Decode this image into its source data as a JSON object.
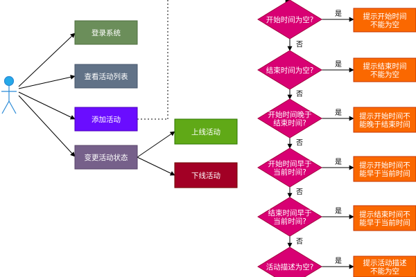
{
  "actor": {
    "name": "user-actor",
    "stroke": "#2b8ad6",
    "fill": "#26a9e8"
  },
  "use_cases": [
    {
      "name": "login",
      "label": "登录系统",
      "fill": "#6b8e5a",
      "stroke": "#4d6e3f",
      "text": "#ffffff"
    },
    {
      "name": "view-list",
      "label": "查看活动列表",
      "fill": "#617287",
      "stroke": "#46566b",
      "text": "#ffffff"
    },
    {
      "name": "add",
      "label": "添加活动",
      "fill": "#6a0dff",
      "stroke": "#4b00b8",
      "text": "#ffffff"
    },
    {
      "name": "change-status",
      "label": "变更活动状态",
      "fill": "#76608a",
      "stroke": "#58456a",
      "text": "#ffffff"
    }
  ],
  "status_actions": [
    {
      "name": "online",
      "label": "上线活动",
      "fill": "#60a917",
      "stroke": "#2d7600",
      "text": "#ffffff"
    },
    {
      "name": "offline",
      "label": "下线活动",
      "fill": "#a20025",
      "stroke": "#6f0000",
      "text": "#ffffff"
    }
  ],
  "flow": {
    "yes_label": "是",
    "no_label": "否",
    "decision_fill": "#d80073",
    "decision_stroke": "#a50040",
    "message_fill": "#fa6800",
    "message_stroke": "#c73500",
    "steps": [
      {
        "name": "start-empty",
        "condition": [
          "开始时间为空?"
        ],
        "message": [
          "提示开始时间",
          "不能为空"
        ]
      },
      {
        "name": "end-empty",
        "condition": [
          "结束时间为空?"
        ],
        "message": [
          "提示结束时间",
          "不能为空"
        ]
      },
      {
        "name": "start-after-end",
        "condition": [
          "开始时间晚于",
          "结束时间?"
        ],
        "message": [
          "提示开始时间不",
          "能晚于结束时间"
        ]
      },
      {
        "name": "start-before-now",
        "condition": [
          "开始时间早于",
          "当前时间?"
        ],
        "message": [
          "提示开始时间不",
          "能早于当前时间"
        ]
      },
      {
        "name": "end-before-now",
        "condition": [
          "结束时间早于",
          "当前时间?"
        ],
        "message": [
          "提示结束时间不",
          "能早于当前时间"
        ]
      },
      {
        "name": "description-empty",
        "condition": [
          "活动描述为空?"
        ],
        "message": [
          "提示活动描述",
          "不能为空"
        ]
      }
    ]
  }
}
